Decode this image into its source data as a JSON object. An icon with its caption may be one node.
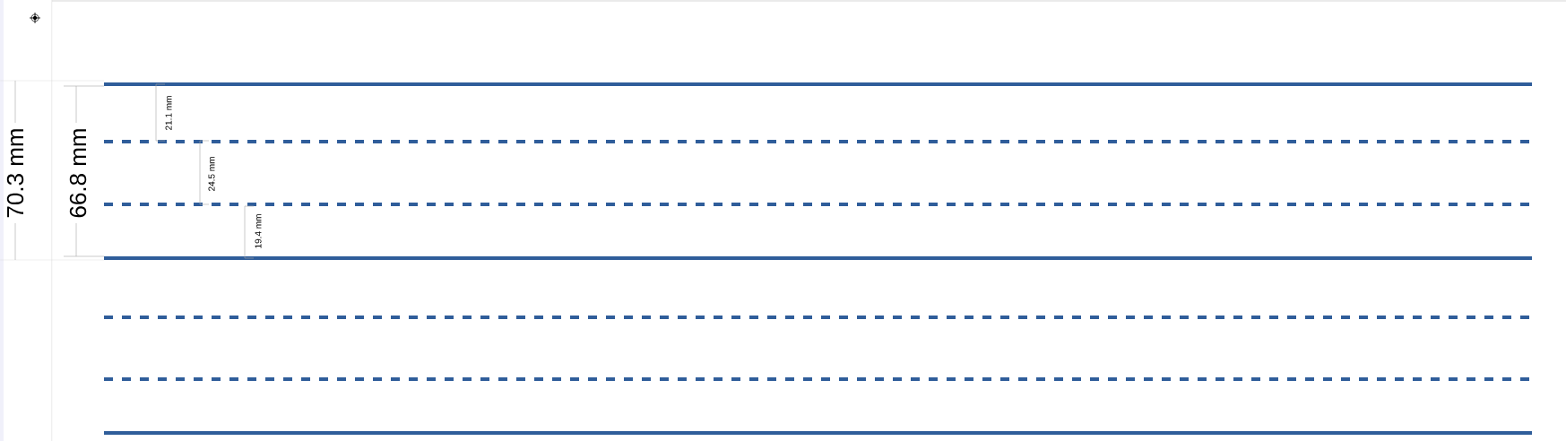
{
  "diagram": {
    "labels": [
      "70.3 mm",
      "66.8 mm",
      "21.1 mm",
      "24.5 mm",
      "19.4 mm"
    ]
  }
}
